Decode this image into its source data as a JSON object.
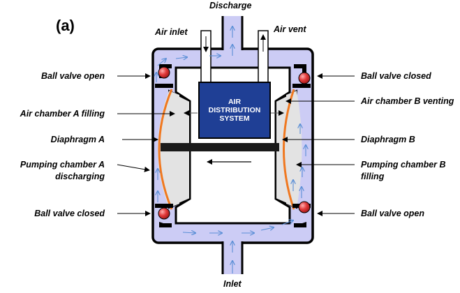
{
  "panel_label": "(a)",
  "ports": {
    "discharge": "Discharge",
    "air_inlet": "Air inlet",
    "air_vent": "Air vent",
    "inlet": "Inlet"
  },
  "center_box": {
    "line1": "AIR",
    "line2": "DISTRIBUTION",
    "line3": "SYSTEM"
  },
  "labels_left": {
    "ball_valve_top": "Ball valve open",
    "air_chamber": "Air chamber A filling",
    "diaphragm": "Diaphragm A",
    "pumping_line1": "Pumping chamber A",
    "pumping_line2": "discharging",
    "ball_valve_bottom": "Ball valve closed"
  },
  "labels_right": {
    "ball_valve_top": "Ball valve closed",
    "air_chamber": "Air chamber B venting",
    "diaphragm": "Diaphragm B",
    "pumping_line1": "Pumping chamber B",
    "pumping_line2": "filling",
    "ball_valve_bottom": "Ball valve open"
  },
  "colors": {
    "fluid": "#ccccf5",
    "air_chamber": "#e3e3e3",
    "box": "#1f3f95",
    "diaphragm": "#f07820",
    "ball": "#e23a3a",
    "flow_arrow": "#5b8fd6"
  }
}
